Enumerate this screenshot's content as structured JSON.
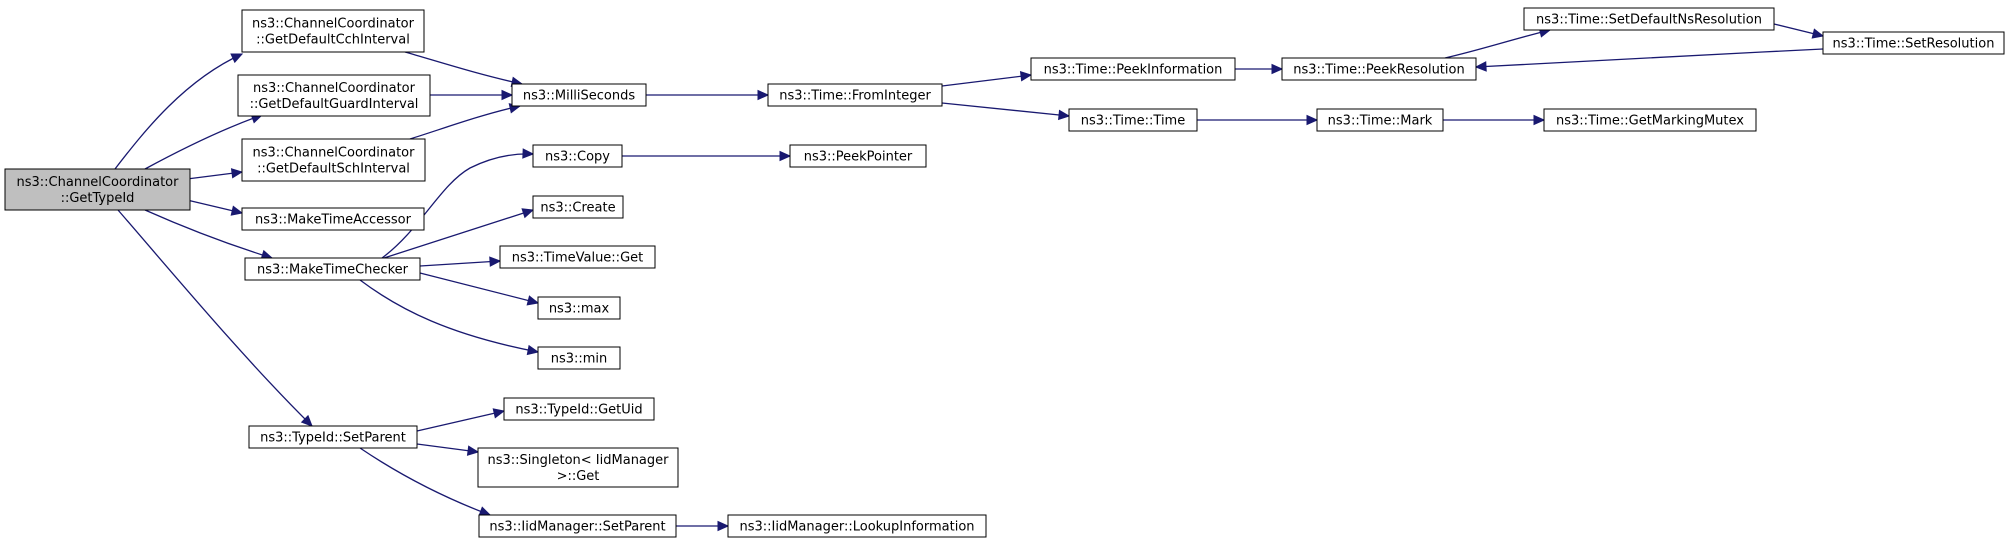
{
  "colors": {
    "edge": "#191970",
    "root_fill": "#bfbfbf",
    "node_fill": "#ffffff"
  },
  "nodes": [
    {
      "id": "root",
      "lines": [
        "ns3::ChannelCoordinator",
        "::GetTypeId"
      ]
    },
    {
      "id": "cch",
      "lines": [
        "ns3::ChannelCoordinator",
        "::GetDefaultCchInterval"
      ]
    },
    {
      "id": "guard",
      "lines": [
        "ns3::ChannelCoordinator",
        "::GetDefaultGuardInterval"
      ]
    },
    {
      "id": "sch",
      "lines": [
        "ns3::ChannelCoordinator",
        "::GetDefaultSchInterval"
      ]
    },
    {
      "id": "accessor",
      "lines": [
        "ns3::MakeTimeAccessor"
      ]
    },
    {
      "id": "checker",
      "lines": [
        "ns3::MakeTimeChecker"
      ]
    },
    {
      "id": "setparent",
      "lines": [
        "ns3::TypeId::SetParent"
      ]
    },
    {
      "id": "milli",
      "lines": [
        "ns3::MilliSeconds"
      ]
    },
    {
      "id": "fromint",
      "lines": [
        "ns3::Time::FromInteger"
      ]
    },
    {
      "id": "peekinfo",
      "lines": [
        "ns3::Time::PeekInformation"
      ]
    },
    {
      "id": "peekres",
      "lines": [
        "ns3::Time::PeekResolution"
      ]
    },
    {
      "id": "setdefns",
      "lines": [
        "ns3::Time::SetDefaultNsResolution"
      ]
    },
    {
      "id": "setres",
      "lines": [
        "ns3::Time::SetResolution"
      ]
    },
    {
      "id": "timetime",
      "lines": [
        "ns3::Time::Time"
      ]
    },
    {
      "id": "mark",
      "lines": [
        "ns3::Time::Mark"
      ]
    },
    {
      "id": "mutex",
      "lines": [
        "ns3::Time::GetMarkingMutex"
      ]
    },
    {
      "id": "copy",
      "lines": [
        "ns3::Copy"
      ]
    },
    {
      "id": "peekptr",
      "lines": [
        "ns3::PeekPointer"
      ]
    },
    {
      "id": "create",
      "lines": [
        "ns3::Create"
      ]
    },
    {
      "id": "tvget",
      "lines": [
        "ns3::TimeValue::Get"
      ]
    },
    {
      "id": "max",
      "lines": [
        "ns3::max"
      ]
    },
    {
      "id": "min",
      "lines": [
        "ns3::min"
      ]
    },
    {
      "id": "getuid",
      "lines": [
        "ns3::TypeId::GetUid"
      ]
    },
    {
      "id": "singleton",
      "lines": [
        "ns3::Singleton< IidManager",
        " >::Get"
      ]
    },
    {
      "id": "iidsetparent",
      "lines": [
        "ns3::IidManager::SetParent"
      ]
    },
    {
      "id": "lookup",
      "lines": [
        "ns3::IidManager::LookupInformation"
      ]
    }
  ],
  "edges": [
    {
      "from": "root",
      "to": "cch"
    },
    {
      "from": "root",
      "to": "guard"
    },
    {
      "from": "root",
      "to": "sch"
    },
    {
      "from": "root",
      "to": "accessor"
    },
    {
      "from": "root",
      "to": "checker"
    },
    {
      "from": "root",
      "to": "setparent"
    },
    {
      "from": "cch",
      "to": "milli"
    },
    {
      "from": "guard",
      "to": "milli"
    },
    {
      "from": "sch",
      "to": "milli"
    },
    {
      "from": "milli",
      "to": "fromint"
    },
    {
      "from": "fromint",
      "to": "peekinfo"
    },
    {
      "from": "fromint",
      "to": "timetime"
    },
    {
      "from": "peekinfo",
      "to": "peekres"
    },
    {
      "from": "peekres",
      "to": "setdefns"
    },
    {
      "from": "setdefns",
      "to": "setres"
    },
    {
      "from": "setres",
      "to": "peekres"
    },
    {
      "from": "timetime",
      "to": "mark"
    },
    {
      "from": "mark",
      "to": "mutex"
    },
    {
      "from": "checker",
      "to": "copy"
    },
    {
      "from": "checker",
      "to": "create"
    },
    {
      "from": "checker",
      "to": "tvget"
    },
    {
      "from": "checker",
      "to": "max"
    },
    {
      "from": "checker",
      "to": "min"
    },
    {
      "from": "copy",
      "to": "peekptr"
    },
    {
      "from": "setparent",
      "to": "getuid"
    },
    {
      "from": "setparent",
      "to": "singleton"
    },
    {
      "from": "setparent",
      "to": "iidsetparent"
    },
    {
      "from": "iidsetparent",
      "to": "lookup"
    }
  ]
}
